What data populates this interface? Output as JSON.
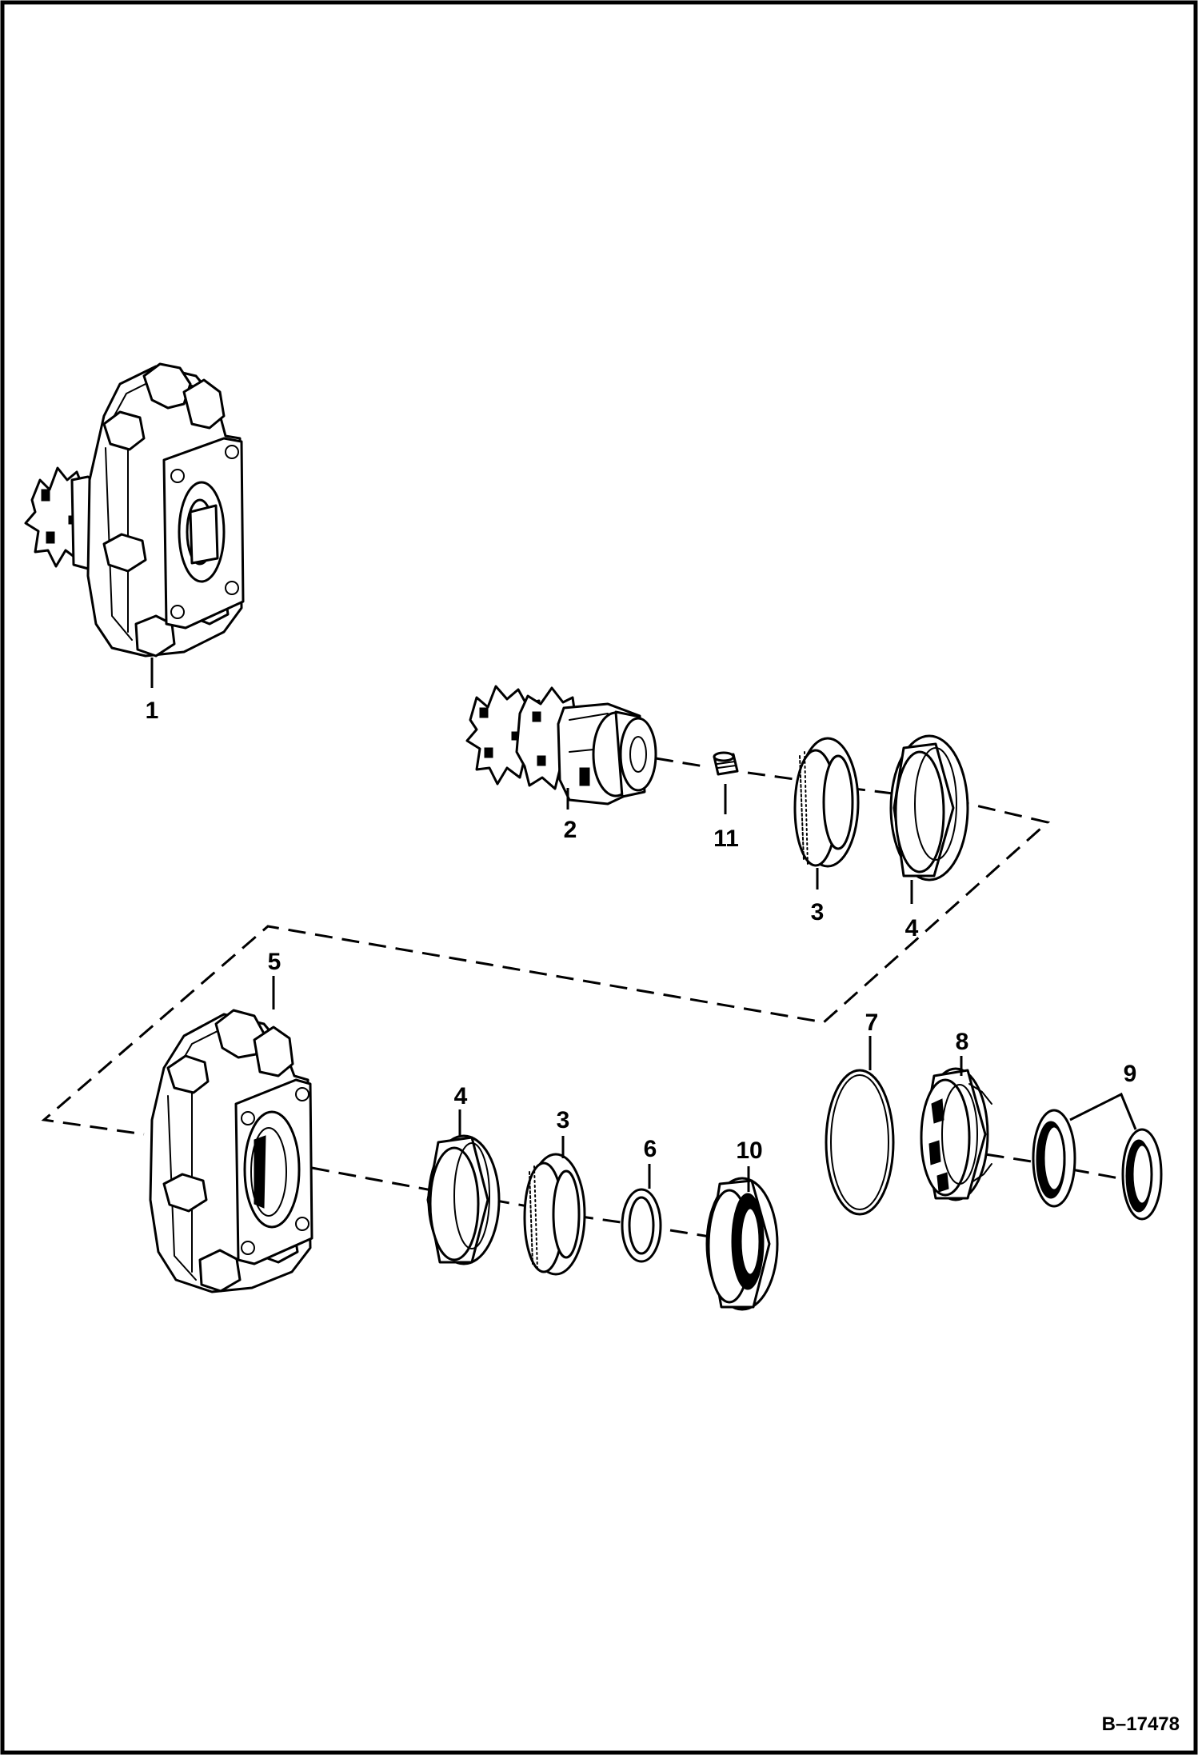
{
  "callouts": {
    "c1": "1",
    "c2": "2",
    "c3a": "3",
    "c3b": "3",
    "c4a": "4",
    "c4b": "4",
    "c5": "5",
    "c6": "6",
    "c7": "7",
    "c8": "8",
    "c9": "9",
    "c10": "10",
    "c11": "11"
  },
  "drawing_id": "B–17478"
}
